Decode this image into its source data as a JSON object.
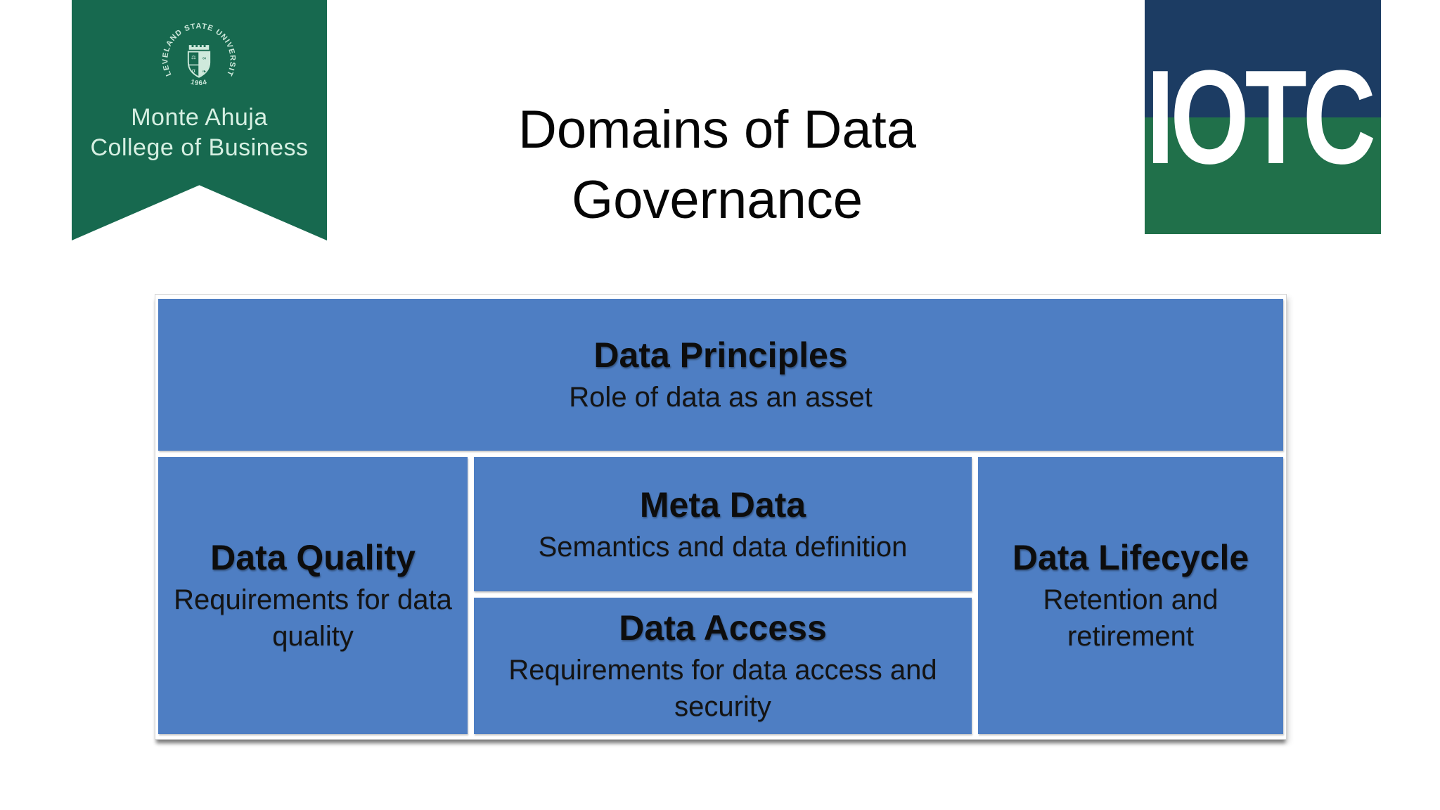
{
  "slide": {
    "title": {
      "line1": "Domains of Data",
      "line2": "Governance"
    }
  },
  "header": {
    "college_logo": {
      "seal_circular_text": "CLEVELAND STATE UNIVERSITY",
      "seal_year": "1964",
      "name_line1": "Monte Ahuja",
      "name_line2": "College of Business",
      "banner_green": "#17694f",
      "text_mint": "#d6efe2"
    },
    "otc_logo": {
      "letters": "IOTC",
      "navy": "#1c3c63",
      "green": "#20704a"
    }
  },
  "diagram": {
    "box_blue": "#4e7ec3",
    "text_color": "#141414",
    "boxes": {
      "principles": {
        "title": "Data Principles",
        "subtitle": "Role of data as an asset"
      },
      "quality": {
        "title": "Data Quality",
        "subtitle": "Requirements for data quality"
      },
      "metadata": {
        "title": "Meta Data",
        "subtitle": "Semantics and data definition"
      },
      "access": {
        "title": "Data Access",
        "subtitle": "Requirements for data access and security"
      },
      "lifecycle": {
        "title": "Data Lifecycle",
        "subtitle": "Retention and retirement"
      }
    }
  }
}
